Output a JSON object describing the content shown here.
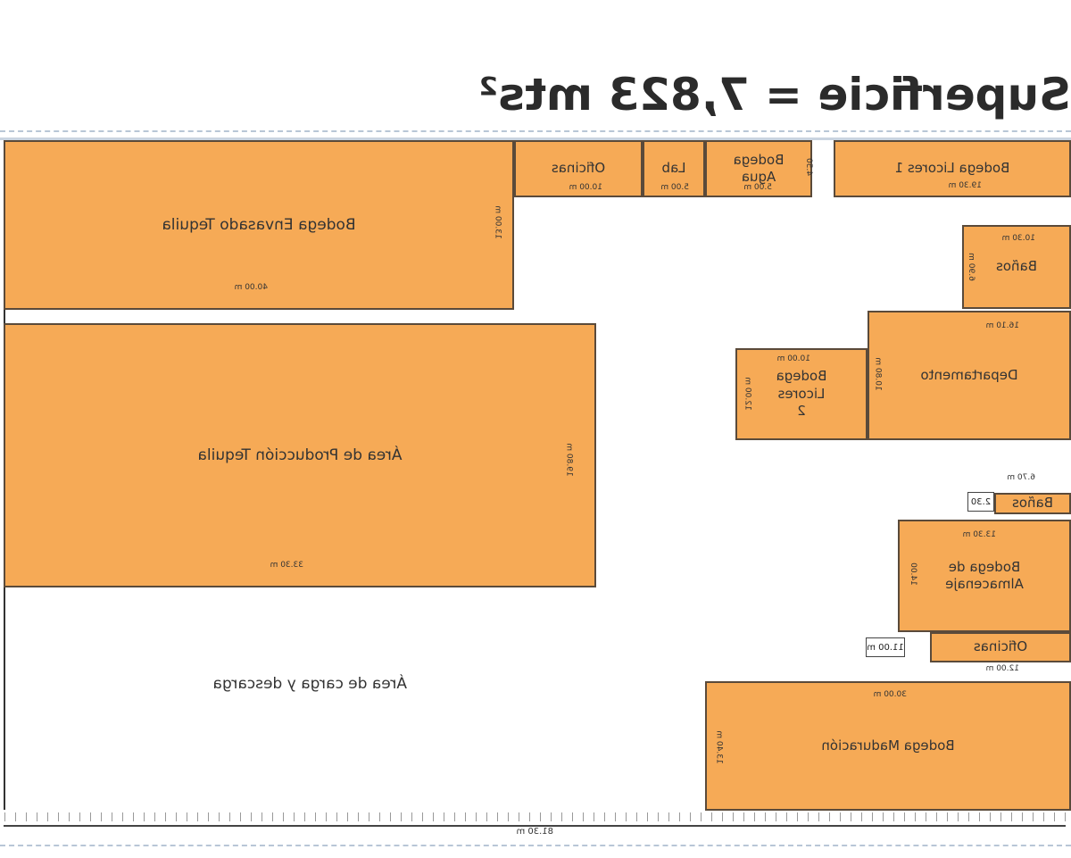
{
  "title": "Superficie = 7,823 mts²",
  "zones": {
    "bodega_envasado": {
      "label": "Bodega Envasado Tequila",
      "width_dim": "40.00 m",
      "height_dim": "13.00 m"
    },
    "area_produccion": {
      "label": "Área de Producción Tequila",
      "width_dim": "33.30 m",
      "height_dim": "19.80 m"
    },
    "oficinas_top": {
      "label": "Oficinas",
      "width_dim": "10.00 m"
    },
    "lab": {
      "label": "Lab",
      "width_dim": "5.00 m"
    },
    "bodega_agua": {
      "label": "Bodega\nAgua",
      "width_dim": "5.00 m",
      "height_dim": "4.50"
    },
    "bodega_licores_1": {
      "label": "Bodega Licores 1",
      "width_dim": "19.30 m"
    },
    "banos_top": {
      "label": "Baños",
      "width_dim": "10.30 m",
      "height_dim": "6.90 m"
    },
    "departamento": {
      "label": "Departamento",
      "width_dim": "16.10 m",
      "height_dim": "10.80 m"
    },
    "bodega_licores_2": {
      "label": "Bodega\nLicores\n2",
      "width_dim": "10.00 m",
      "height_dim": "12.00 m"
    },
    "banos_small": {
      "label": "Baños",
      "width_dim": "6.70 m",
      "height_dim": "2.30"
    },
    "bodega_almacenaje": {
      "label": "Bodega de\nAlmacenaje",
      "width_dim": "13.30 m",
      "height_dim": "14.00"
    },
    "oficinas_small": {
      "label": "Oficinas",
      "width_dim": "12.00 m",
      "height_dim": "11.00 m"
    },
    "bodega_maduracion": {
      "label": "Bodega Maduración",
      "width_dim": "30.00 m",
      "height_dim": "13.40 m"
    },
    "area_carga": {
      "label": "Área de carga y descarga"
    }
  },
  "total_width": "81.30 m",
  "colors": {
    "room_fill": "#f6aa56",
    "room_border": "#5a4a3a",
    "frame": "#b8c6d6"
  }
}
